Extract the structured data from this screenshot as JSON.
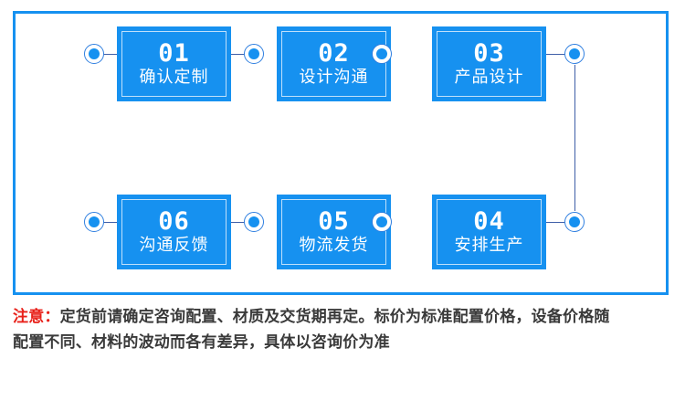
{
  "diagram": {
    "title_present": false,
    "accent_color": "#1691f0",
    "line_color": "#3f5fa8",
    "marker_icon": "circle-node-icon",
    "steps": [
      {
        "number": "01",
        "label": "确认定制"
      },
      {
        "number": "02",
        "label": "设计沟通"
      },
      {
        "number": "03",
        "label": "产品设计"
      },
      {
        "number": "04",
        "label": "安排生产"
      },
      {
        "number": "05",
        "label": "物流发货"
      },
      {
        "number": "06",
        "label": "沟通反馈"
      }
    ]
  },
  "note": {
    "warning_label": "注意：",
    "warning_color": "#e8211a",
    "line1": "定货前请确定咨询配置、材质及交货期再定。标价为标准配置价格，设备价格随",
    "line2": "配置不同、材料的波动而各有差异，具体以咨询价为准"
  }
}
